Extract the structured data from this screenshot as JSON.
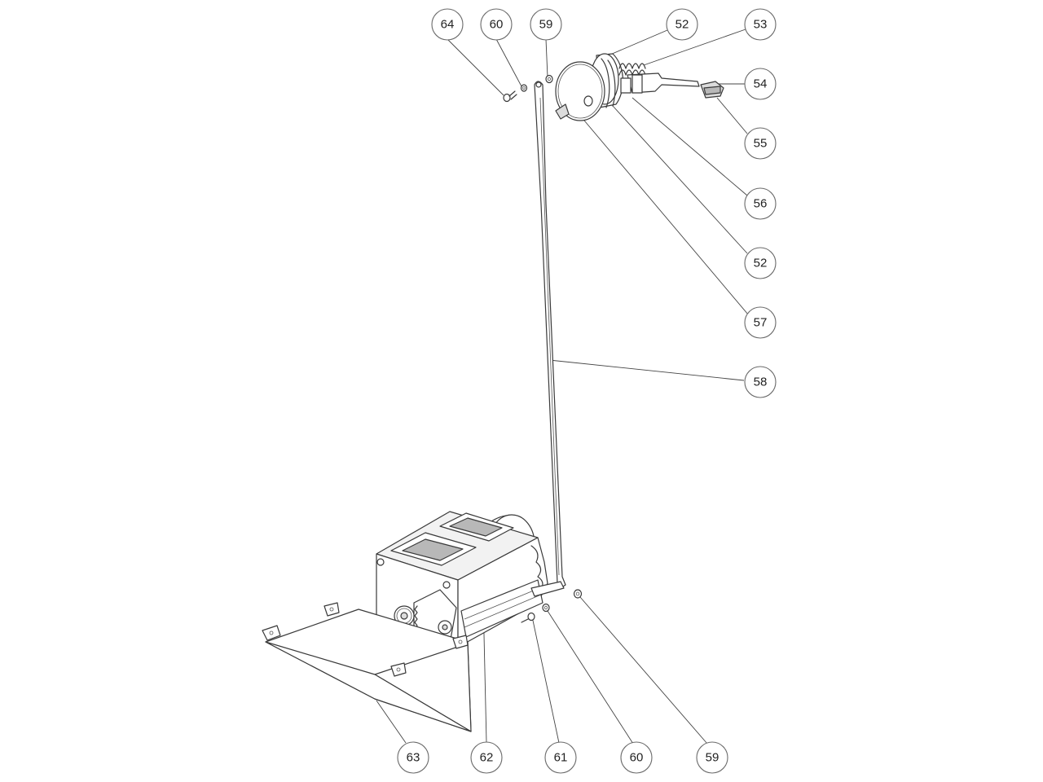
{
  "callouts": [
    {
      "id": "c64-top",
      "label": "64"
    },
    {
      "id": "c60-top",
      "label": "60"
    },
    {
      "id": "c59-top",
      "label": "59"
    },
    {
      "id": "c52-top",
      "label": "52"
    },
    {
      "id": "c53",
      "label": "53"
    },
    {
      "id": "c54",
      "label": "54"
    },
    {
      "id": "c55",
      "label": "55"
    },
    {
      "id": "c56",
      "label": "56"
    },
    {
      "id": "c52-mid",
      "label": "52"
    },
    {
      "id": "c57",
      "label": "57"
    },
    {
      "id": "c58",
      "label": "58"
    },
    {
      "id": "c63",
      "label": "63"
    },
    {
      "id": "c62",
      "label": "62"
    },
    {
      "id": "c61",
      "label": "61"
    },
    {
      "id": "c60-bot",
      "label": "60"
    },
    {
      "id": "c59-bot",
      "label": "59"
    }
  ]
}
